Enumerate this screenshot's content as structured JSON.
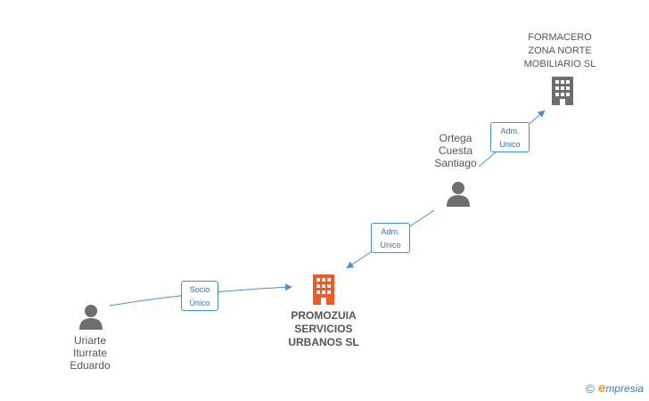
{
  "nodes": {
    "formacero": {
      "lines": [
        "FORMACERO",
        "ZONA NORTE",
        "MOBILIARIO SL"
      ],
      "type": "company",
      "icon": "building-icon",
      "color": "#6e6e6e"
    },
    "ortega": {
      "lines": [
        "Ortega",
        "Cuesta",
        "Santiago"
      ],
      "type": "person",
      "icon": "person-icon",
      "color": "#6e6e6e"
    },
    "promozuia": {
      "lines": [
        "PROMOZUIA",
        "SERVICIOS",
        "URBANOS SL"
      ],
      "type": "company",
      "icon": "building-icon",
      "color": "#f05a28"
    },
    "uriarte": {
      "lines": [
        "Uriarte",
        "Iturrate",
        "Eduardo"
      ],
      "type": "person",
      "icon": "person-icon",
      "color": "#6e6e6e"
    }
  },
  "edges": [
    {
      "from": "ortega",
      "to": "formacero",
      "label": [
        "Adm.",
        "Unico"
      ]
    },
    {
      "from": "ortega",
      "to": "promozuia",
      "label": [
        "Adm.",
        "Unico"
      ]
    },
    {
      "from": "uriarte",
      "to": "promozuia",
      "label": [
        "Socio",
        "Único"
      ]
    }
  ],
  "colors": {
    "edge": "#4a90d9",
    "edge_label_text": "#2f72c4"
  },
  "brand": {
    "copyright": "©",
    "e": "e",
    "rest": "mpresia"
  }
}
